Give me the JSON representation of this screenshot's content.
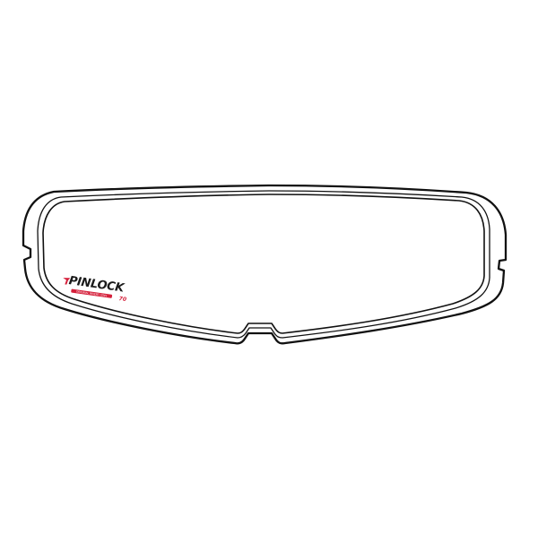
{
  "product": {
    "name": "Pinlock insert lens outline",
    "outline_color": "#111111",
    "background_color": "#ffffff"
  },
  "logo": {
    "brand": "PINLOCK",
    "banner_text": "ORIGINAL INSERT LENS",
    "rating": "70",
    "accent_color": "#d51f3a",
    "text_color": "#1a1a1a",
    "swoosh_icon": "pinlock-swoosh-icon"
  }
}
